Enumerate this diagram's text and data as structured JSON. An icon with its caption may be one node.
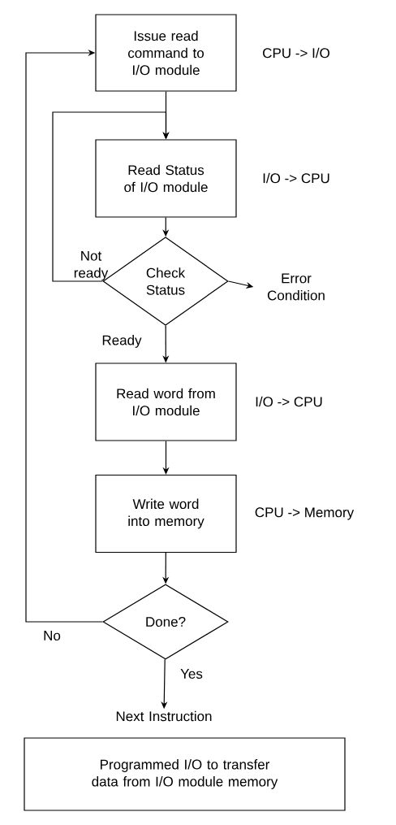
{
  "diagram": {
    "nodes": [
      {
        "text": [
          "Issue read command to I/O module"
        ],
        "beside": [
          "CPU -> I/O"
        ]
      },
      {
        "text": [
          "Read Status of I/O module"
        ],
        "beside": [
          "I/O -> CPU"
        ]
      },
      {
        "text": [
          "Check Status"
        ]
      },
      {
        "text": [
          "Error Condition"
        ]
      },
      {
        "text": [
          "Read word from I/O module"
        ],
        "beside": [
          "I/O -> CPU"
        ]
      },
      {
        "text": [
          "Write word into memory"
        ],
        "beside": [
          "CPU -> Memory"
        ]
      },
      {
        "text": [
          "Done?"
        ]
      },
      {
        "text": [
          "Next Instruction"
        ]
      },
      {
        "text": [
          "Programmed I/O to transfer data from I/O module memory"
        ]
      }
    ],
    "edges": [
      {
        "from": 0,
        "to": 1,
        "arrow": "to"
      },
      {
        "from": 1,
        "to": 2,
        "arrow": "to"
      },
      {
        "from": 2,
        "to": 1,
        "arrow": "to",
        "label": "Not ready"
      },
      {
        "from": 2,
        "to": 3,
        "arrow": "to"
      },
      {
        "from": 2,
        "to": 4,
        "arrow": "to",
        "label": "Ready"
      },
      {
        "from": 4,
        "to": 5,
        "arrow": "to"
      },
      {
        "from": 5,
        "to": 6,
        "arrow": "to"
      },
      {
        "from": 6,
        "to": 0,
        "arrow": "to",
        "label": "No"
      },
      {
        "from": 6,
        "to": 7,
        "arrow": "to",
        "label": "Yes"
      }
    ]
  }
}
